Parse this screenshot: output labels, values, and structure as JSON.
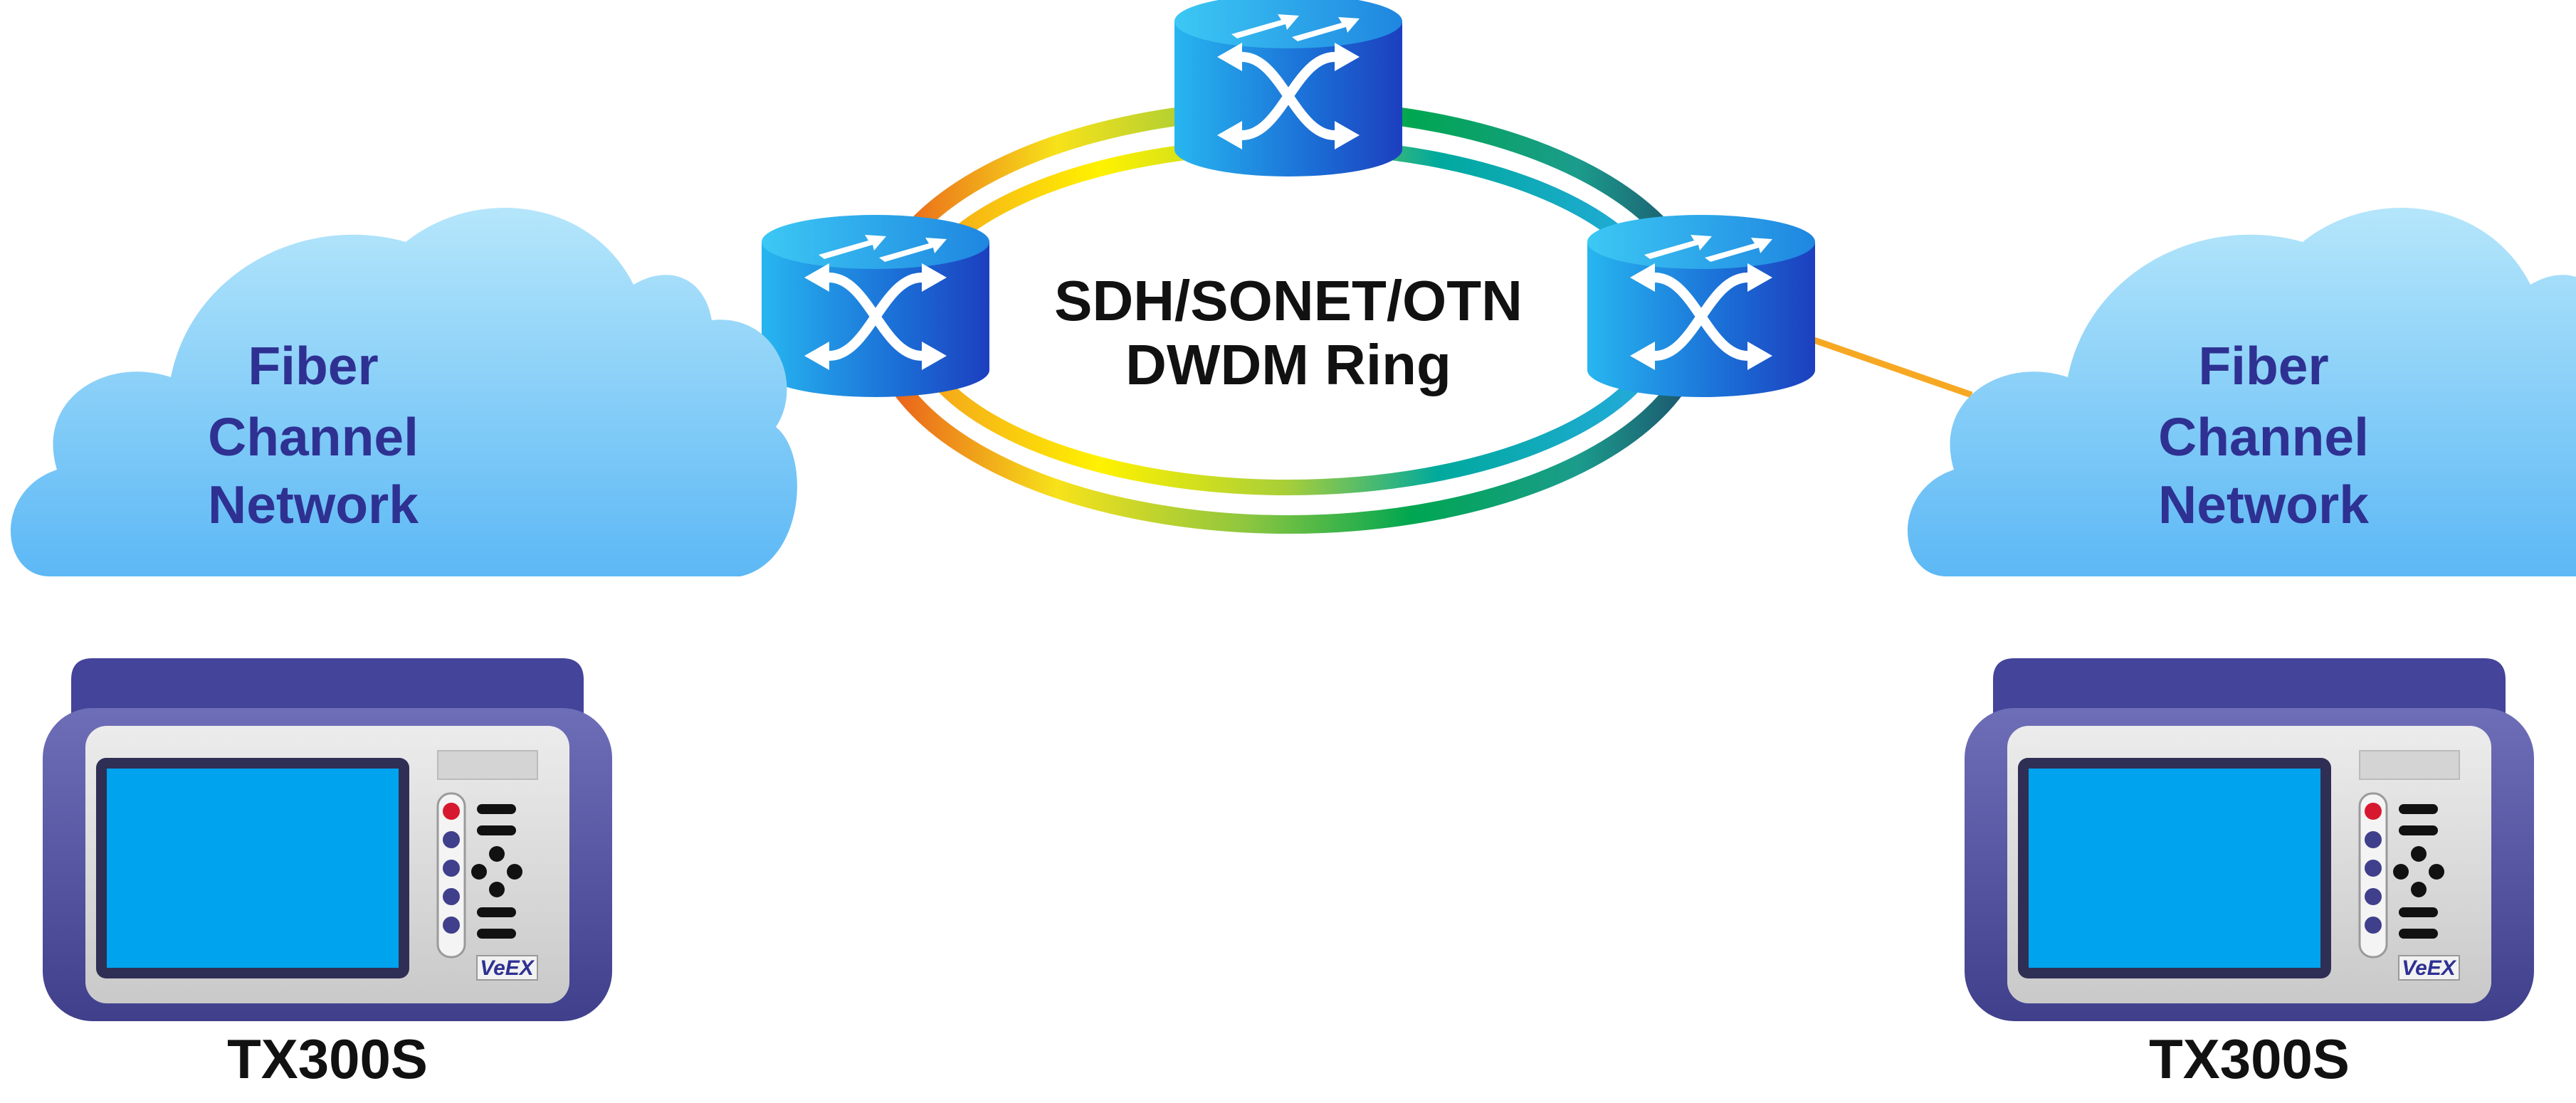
{
  "ring": {
    "label_line1": "SDH/SONET/OTN",
    "label_line2": "DWDM Ring"
  },
  "clouds": [
    {
      "line1": "Fiber",
      "line2": "Channel",
      "line3": "Network"
    },
    {
      "line1": "Fiber",
      "line2": "Channel",
      "line3": "Network"
    }
  ],
  "devices": [
    {
      "label": "TX300S",
      "brand": "VeEX"
    },
    {
      "label": "TX300S",
      "brand": "VeEX"
    }
  ],
  "routers": [
    {
      "name": "router-top"
    },
    {
      "name": "router-left"
    },
    {
      "name": "router-right"
    }
  ],
  "colors": {
    "cloud_text": "#2e3192",
    "link_line": "#f7a823",
    "router_blue": "#1e73d8",
    "screen_blue": "#00a3ee",
    "device_body": "#5a5aa6"
  }
}
